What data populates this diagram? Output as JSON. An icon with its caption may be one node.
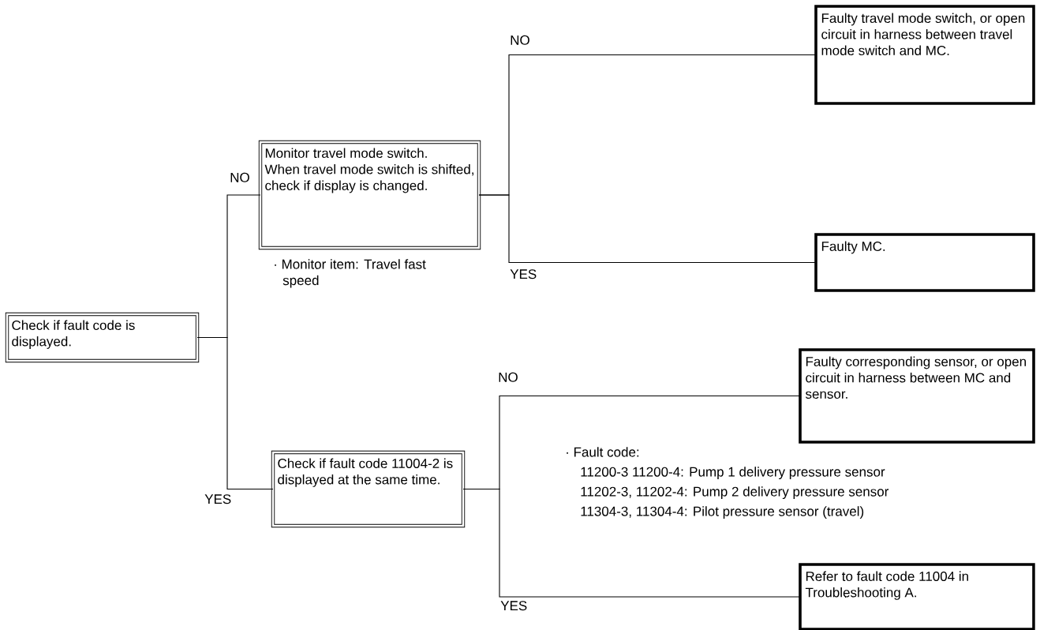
{
  "diagram": {
    "nodes": [
      {
        "text": [
          "Check if fault code is displayed."
        ]
      },
      {
        "text": [
          "Monitor travel mode switch.",
          "When travel mode switch is shifted, check if display is changed."
        ],
        "beside": [
          "· Monitor item: Travel fast speed"
        ]
      },
      {
        "text": [
          "Check if fault code 11004-2 is displayed at the same time."
        ]
      },
      {
        "text": [
          "Faulty travel mode switch, or open circuit in harness between travel mode switch and MC."
        ]
      },
      {
        "text": [
          "Faulty MC."
        ]
      },
      {
        "text": [
          "Faulty corresponding sensor, or open circuit in harness between MC and sensor."
        ]
      },
      {
        "text": [
          "Refer to fault code 11004 in Troubleshooting A."
        ]
      }
    ],
    "edges": [
      {
        "from": 0,
        "to": 1,
        "arrow": "none",
        "label": "NO"
      },
      {
        "from": 0,
        "to": 2,
        "arrow": "none",
        "label": "YES"
      },
      {
        "from": 1,
        "to": 3,
        "arrow": "none",
        "label": "NO"
      },
      {
        "from": 1,
        "to": 4,
        "arrow": "none",
        "label": "YES"
      },
      {
        "from": 2,
        "to": 5,
        "arrow": "none",
        "label": "NO"
      },
      {
        "from": 2,
        "to": 6,
        "arrow": "none",
        "label": "YES"
      }
    ],
    "labels": [
      "· Fault code:",
      "11200-3 11200-4: Pump 1 delivery pressure sensor",
      "11202-3, 11202-4: Pump 2 delivery pressure sensor",
      "11304-3, 11304-4: Pilot pressure sensor (travel)"
    ]
  }
}
